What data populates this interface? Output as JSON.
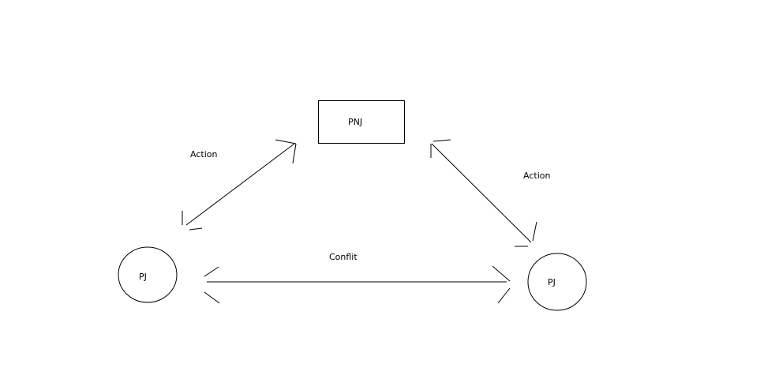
{
  "diagram": {
    "nodes": {
      "pnj": {
        "label": "PNJ",
        "shape": "rectangle"
      },
      "pj_left": {
        "label": "PJ",
        "shape": "circle"
      },
      "pj_right": {
        "label": "PJ",
        "shape": "circle"
      }
    },
    "edges": {
      "pj_left_to_pnj": {
        "label": "Action",
        "from": "pj_left",
        "to": "pnj",
        "arrowheads": "both"
      },
      "pnj_to_pj_right": {
        "label": "Action",
        "from": "pnj",
        "to": "pj_right",
        "arrowheads": "both"
      },
      "pj_left_to_pj_right": {
        "label": "Conflit",
        "from": "pj_left",
        "to": "pj_right",
        "arrowheads": "both"
      }
    },
    "stroke_color": "#000000",
    "background_color": "#ffffff"
  }
}
